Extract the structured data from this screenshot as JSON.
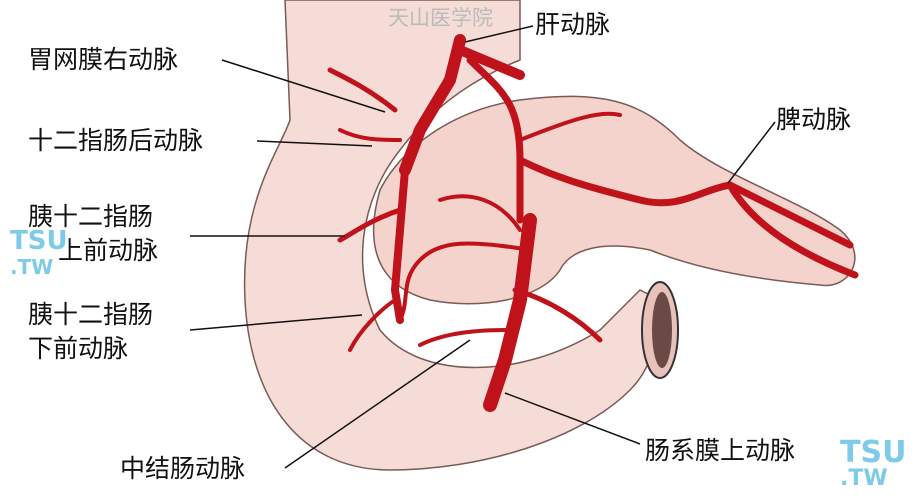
{
  "watermark": "天山医学院",
  "logo": {
    "top": "TSU",
    "bottom": ".TW"
  },
  "labels": {
    "gastroepiploic_right": "胃网膜右动脉",
    "retroduodenal": "十二指肠后动脉",
    "sup_pd_line1": "胰十二指肠",
    "sup_pd_line2": "上前动脉",
    "inf_pd_line1": "胰十二指肠",
    "inf_pd_line2": "下前动脉",
    "middle_colic": "中结肠动脉",
    "hepatic": "肝动脉",
    "splenic": "脾动脉",
    "sma": "肠系膜上动脉"
  },
  "colors": {
    "tissue": "#f6dcd6",
    "artery": "#c0121a",
    "outline": "#7a5a55"
  }
}
